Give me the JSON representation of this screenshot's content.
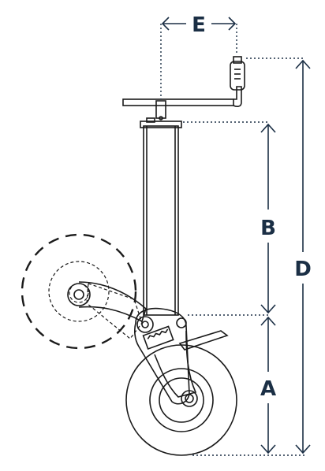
{
  "diagram": {
    "labels": {
      "a": "A",
      "b": "B",
      "d": "D",
      "e": "E"
    },
    "colors": {
      "dimension": "#1b2f45",
      "ink": "#1a1a1a",
      "background": "#ffffff"
    }
  }
}
